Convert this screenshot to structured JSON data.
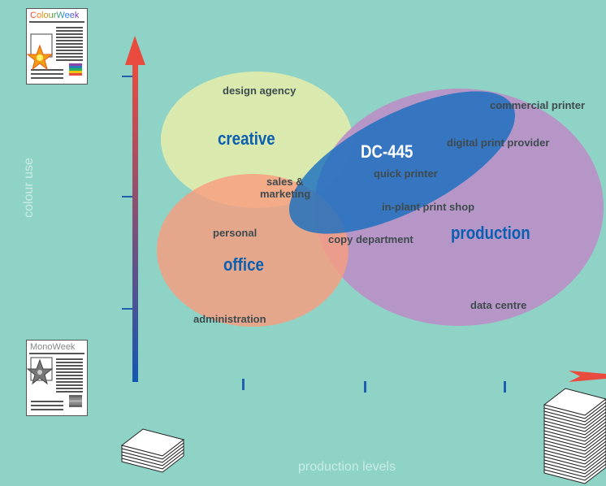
{
  "axes": {
    "y_label": "colour use",
    "x_label": "production levels"
  },
  "regions": {
    "creative": {
      "label": "creative",
      "color": "#e1ecad"
    },
    "office": {
      "label": "office",
      "color": "#f89d7f"
    },
    "production": {
      "label": "production",
      "color": "#ba8fc6"
    },
    "dc445": {
      "label": "DC-445",
      "color": "#1a6fc0"
    }
  },
  "segments": {
    "design_agency": "design agency",
    "sales_marketing_line1": "sales &",
    "sales_marketing_line2": "marketing",
    "personal": "personal",
    "administration": "administration",
    "quick_printer": "quick printer",
    "commercial_printer": "commercial printer",
    "digital_print_provider": "digital print provider",
    "in_plant": "in-plant print shop",
    "copy_department": "copy department",
    "data_centre": "data centre"
  },
  "magazines": {
    "colour": {
      "title": "ColourWeek"
    },
    "mono": {
      "title": "MonoWeek"
    }
  },
  "icons": {
    "colour_magazine": "colour-magazine-icon",
    "mono_magazine": "mono-magazine-icon",
    "small_stack": "paper-stack-small-icon",
    "large_stack": "paper-stack-large-icon"
  }
}
